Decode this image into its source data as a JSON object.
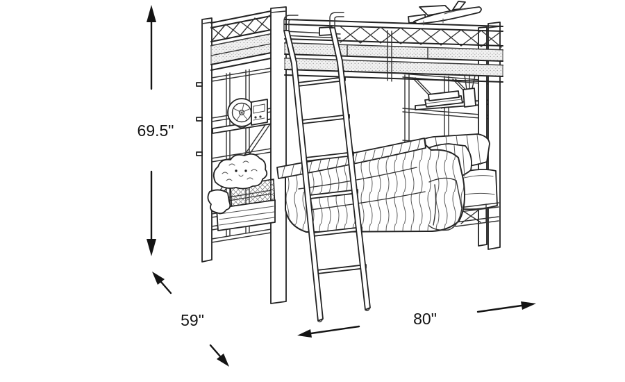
{
  "canvas": {
    "background": "#ffffff",
    "line_color": "#222222",
    "text_color": "#141414"
  },
  "illustration": {
    "name": "bunk-bed-line-drawing",
    "style": "pencil-sketch",
    "parts": [
      "top-bunk",
      "guard-rail-truss",
      "ladder",
      "lower-bed",
      "pillows",
      "comforter",
      "plush-toy",
      "folded-blankets",
      "side-shelf-fan",
      "side-shelf-radio",
      "shelf-books",
      "pencil-cup",
      "toy-plane"
    ]
  },
  "dimensions": {
    "height": {
      "label": "69.5\"",
      "orientation": "vertical"
    },
    "depth": {
      "label": "59\"",
      "orientation": "diagonal"
    },
    "width": {
      "label": "80\"",
      "orientation": "horizontal"
    }
  }
}
